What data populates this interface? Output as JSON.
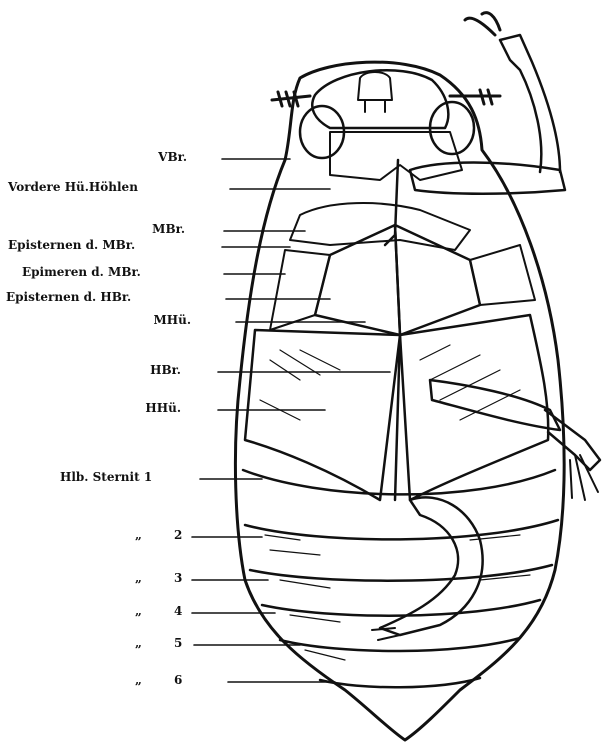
{
  "figure": {
    "labels": {
      "vbr": "VBr.",
      "vordere_hueftoehlen": "Vordere Hü.Höhlen",
      "mbr": "MBr.",
      "episternen_mbr": "Episternen d. MBr.",
      "epimeren_mbr": "Epimeren d. MBr.",
      "episternen_hbr": "Episternen d. HBr.",
      "mhue": "MHü.",
      "hbr": "HBr.",
      "hhue": "HHü.",
      "hlb_sternit_1": "Hlb. Sternit 1",
      "s2_mark": "„",
      "s2_num": "2",
      "s3_mark": "„",
      "s3_num": "3",
      "s4_mark": "„",
      "s4_num": "4",
      "s5_mark": "„",
      "s5_num": "5",
      "s6_mark": "„",
      "s6_num": "6"
    },
    "colors": {
      "ink": "#111111",
      "paper": "#ffffff"
    }
  }
}
